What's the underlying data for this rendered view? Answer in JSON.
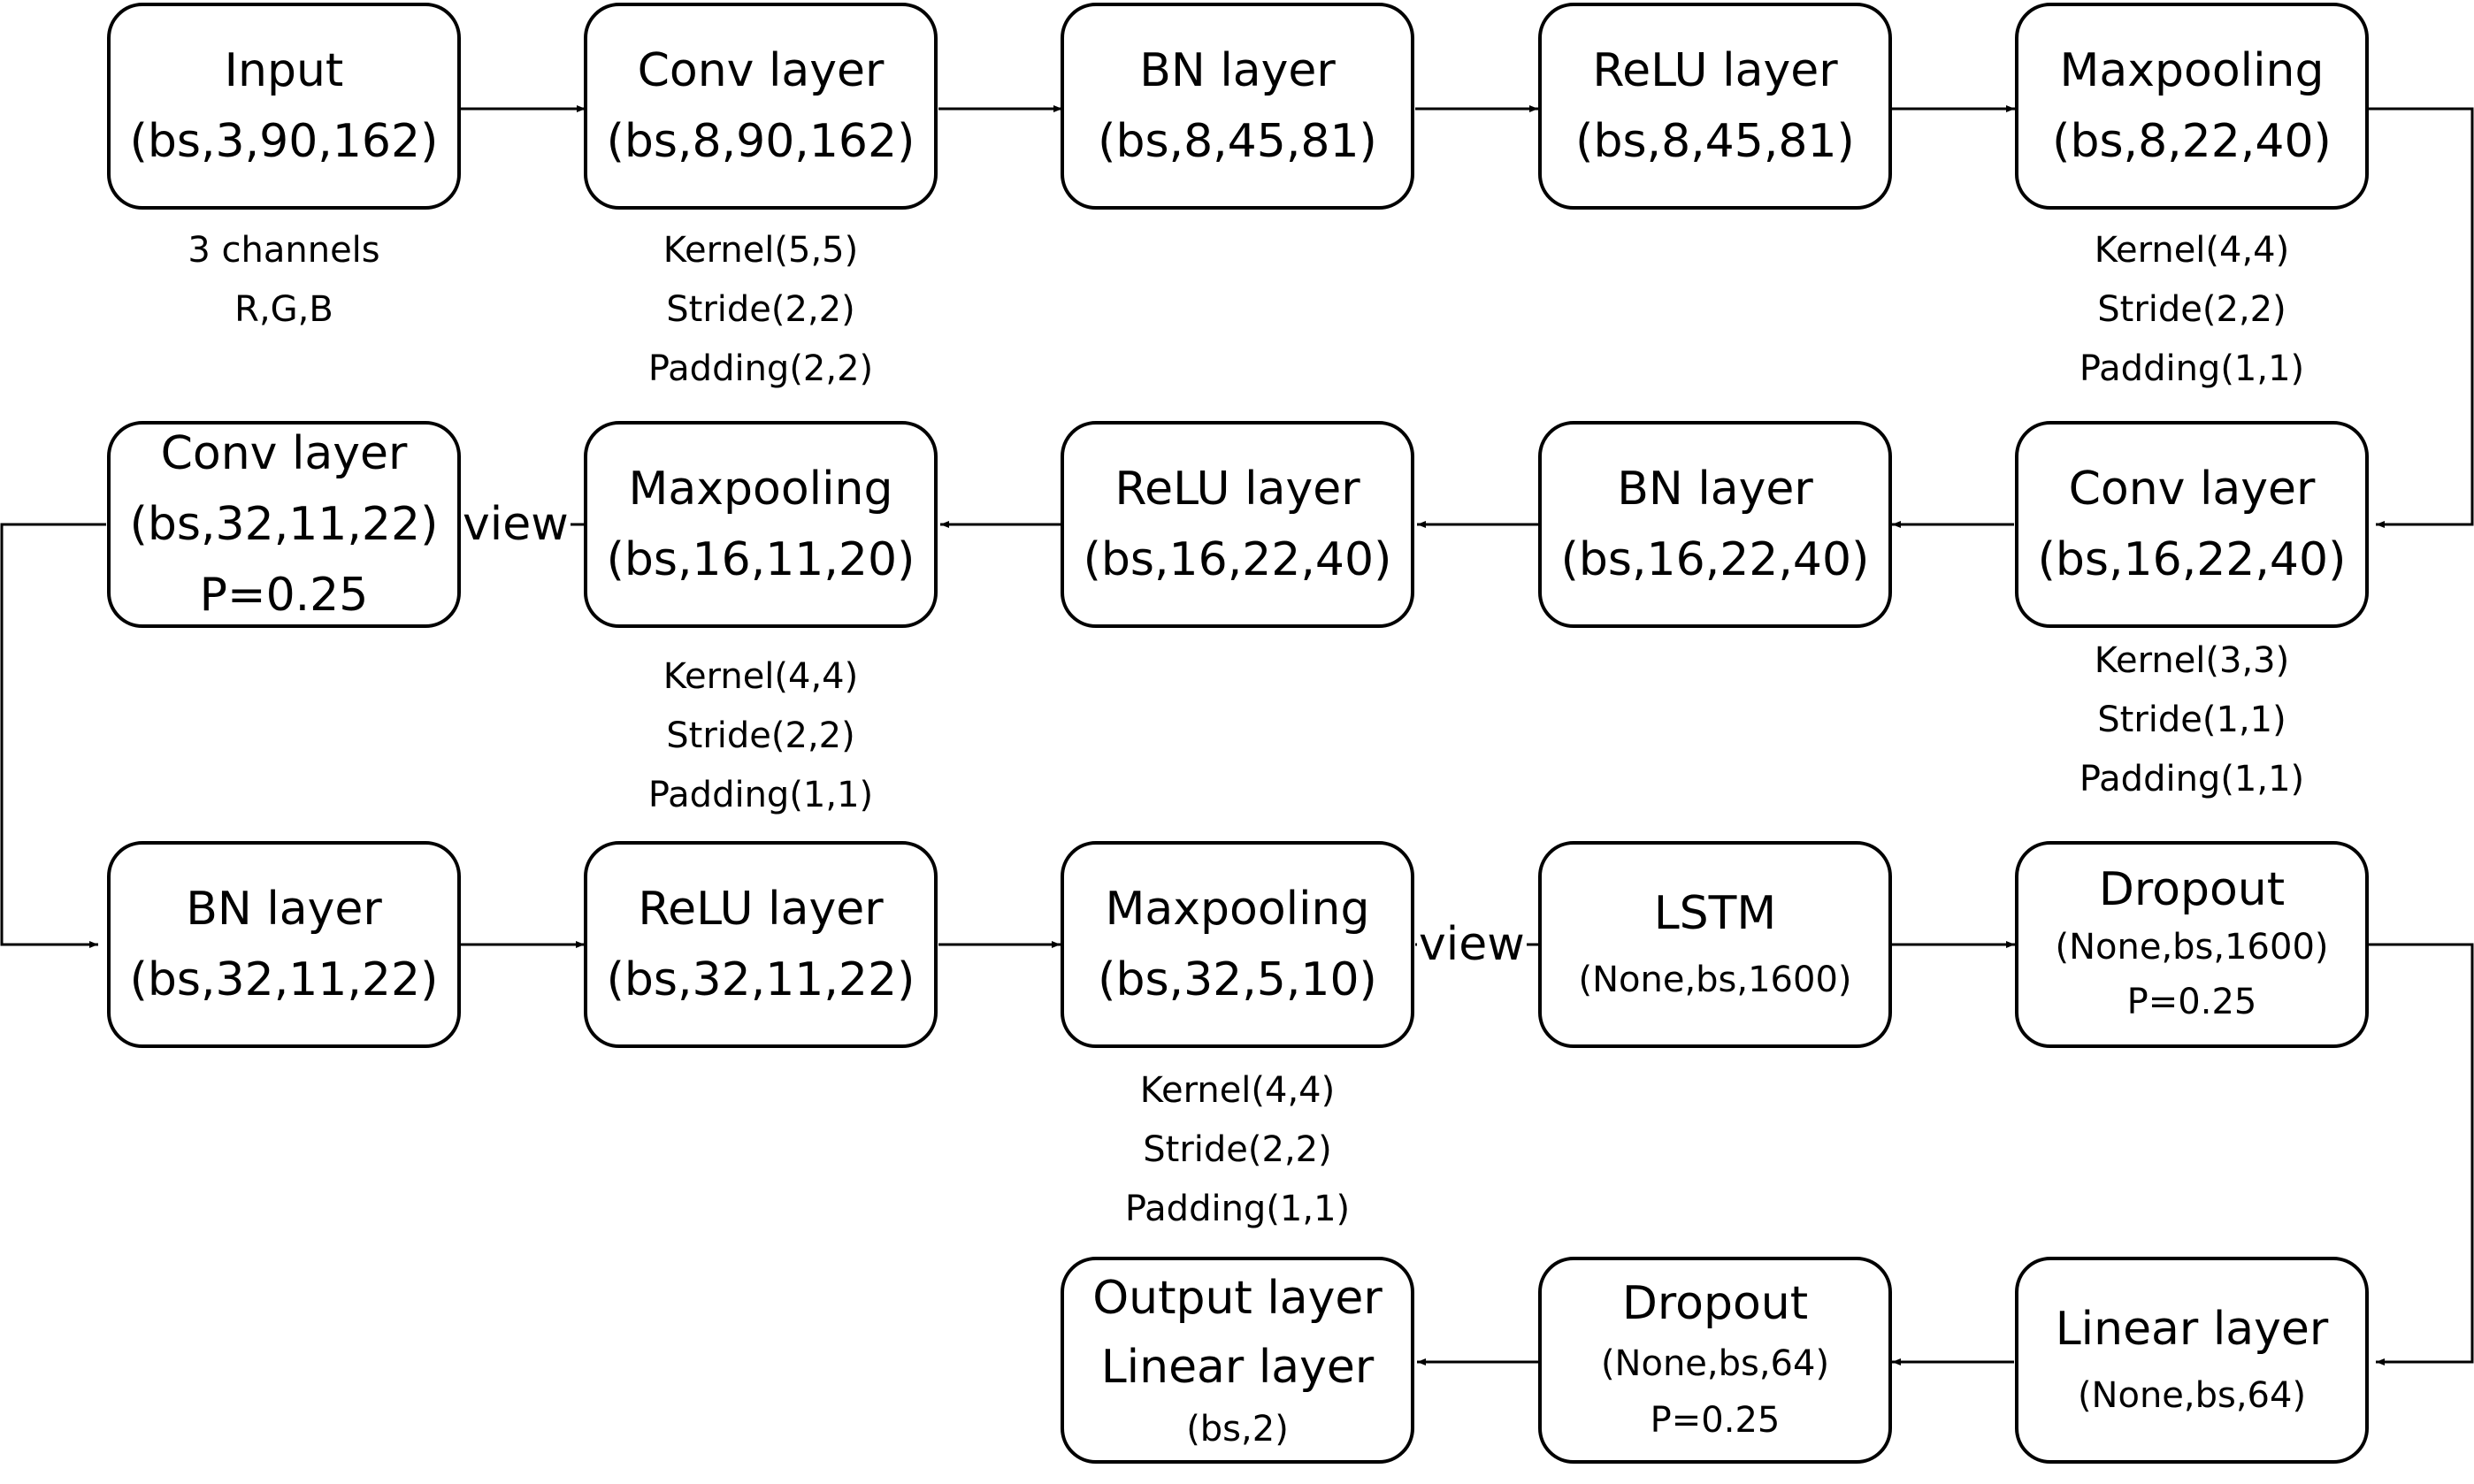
{
  "nodes": [
    {
      "id": "input",
      "lines": [
        "Input",
        "(bs,3,90,162)"
      ]
    },
    {
      "id": "conv1",
      "lines": [
        "Conv layer",
        "(bs,8,90,162)"
      ]
    },
    {
      "id": "bn1",
      "lines": [
        "BN layer",
        "(bs,8,45,81)"
      ]
    },
    {
      "id": "relu1",
      "lines": [
        "ReLU layer",
        "(bs,8,45,81)"
      ]
    },
    {
      "id": "maxpool1",
      "lines": [
        "Maxpooling",
        "(bs,8,22,40)"
      ]
    },
    {
      "id": "conv3",
      "lines": [
        "Conv layer",
        "(bs,32,11,22)",
        "P=0.25"
      ]
    },
    {
      "id": "maxpool2",
      "lines": [
        "Maxpooling",
        "(bs,16,11,20)"
      ]
    },
    {
      "id": "relu2",
      "lines": [
        "ReLU layer",
        "(bs,16,22,40)"
      ]
    },
    {
      "id": "bn2",
      "lines": [
        "BN layer",
        "(bs,16,22,40)"
      ]
    },
    {
      "id": "conv2",
      "lines": [
        "Conv layer",
        "(bs,16,22,40)"
      ]
    },
    {
      "id": "bn3",
      "lines": [
        "BN layer",
        "(bs,32,11,22)"
      ]
    },
    {
      "id": "relu3",
      "lines": [
        "ReLU layer",
        "(bs,32,11,22)"
      ]
    },
    {
      "id": "maxpool3",
      "lines": [
        "Maxpooling",
        "(bs,32,5,10)"
      ]
    },
    {
      "id": "lstm",
      "lines": [
        "LSTM",
        "(None,bs,1600)"
      ]
    },
    {
      "id": "dropout1",
      "lines": [
        "Dropout",
        "(None,bs,1600)",
        "P=0.25"
      ]
    },
    {
      "id": "output",
      "lines": [
        "Output layer",
        "Linear layer",
        "(bs,2)"
      ]
    },
    {
      "id": "dropout2",
      "lines": [
        "Dropout",
        "(None,bs,64)",
        "P=0.25"
      ]
    },
    {
      "id": "linear",
      "lines": [
        "Linear layer",
        "(None,bs,64)"
      ]
    }
  ],
  "notes": {
    "input": [
      "3 channels",
      "R,G,B"
    ],
    "conv1": [
      "Kernel(5,5)",
      "Stride(2,2)",
      "Padding(2,2)"
    ],
    "maxpool1": [
      "Kernel(4,4)",
      "Stride(2,2)",
      "Padding(1,1)"
    ],
    "maxpool2": [
      "Kernel(4,4)",
      "Stride(2,2)",
      "Padding(1,1)"
    ],
    "conv2": [
      "Kernel(3,3)",
      "Stride(1,1)",
      "Padding(1,1)"
    ],
    "maxpool3": [
      "Kernel(4,4)",
      "Stride(2,2)",
      "Padding(1,1)"
    ]
  },
  "connectors": {
    "view_label_1": "view",
    "view_label_2": "view"
  }
}
